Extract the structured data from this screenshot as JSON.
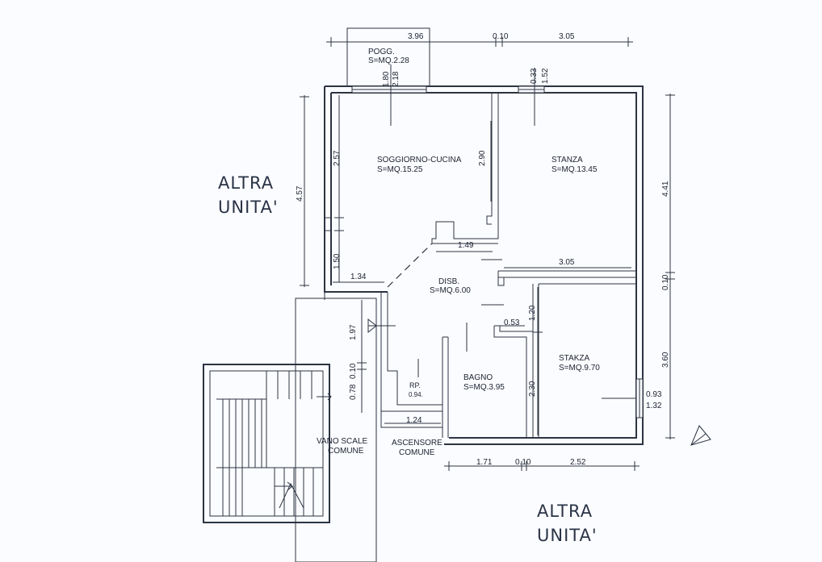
{
  "neighbors": {
    "left": [
      "ALTRA",
      "UNITA'"
    ],
    "bottom": [
      "ALTRA",
      "UNITA'"
    ]
  },
  "rooms": {
    "balcony": {
      "name": "POGG.",
      "area": "S=MQ.2.28"
    },
    "living": {
      "name": "SOGGIORNO-CUCINA",
      "area": "S=MQ.15.25"
    },
    "bedroom1": {
      "name": "STANZA",
      "area": "S=MQ.13.45"
    },
    "hall": {
      "name": "DISB.",
      "area": "S=MQ.6.00"
    },
    "bedroom2": {
      "name": "STAKZA",
      "area": "S=MQ.9.70"
    },
    "bathroom": {
      "name": "BAGNO",
      "area": "S=MQ.3.95"
    },
    "closet": {
      "name": "RP.",
      "area": "0.94."
    }
  },
  "common": {
    "stairs": [
      "VANO SCALE",
      "COMUNE"
    ],
    "elevator": [
      "ASCENSORE",
      "COMUNE"
    ]
  },
  "dimensions": {
    "top_left": "3.96",
    "top_mid": "0.10",
    "top_right": "3.05",
    "balcony_depth_a": "1.80",
    "balcony_depth_b": "2.18",
    "window_a": "0.33",
    "window_b": "1.52",
    "left_height": "4.57",
    "living_height": "2.57",
    "partition_height": "2.90",
    "left_lower": "1.50",
    "left_width": "1.34",
    "kitchen_step": "1.49",
    "mid_width": "3.05",
    "entry_height": "1.97",
    "entry_small_a": "0.78",
    "entry_small_b": "0.10",
    "bath_notch": "0.53",
    "bedroom2_upper": "1.20",
    "bedroom2_lower": "2.30",
    "right_top": "4.41",
    "right_mid": "0.10",
    "right_bottom": "3.60",
    "window_right_a": "0.93",
    "window_right_b": "1.32",
    "elevator_width": "1.24",
    "bottom_left": "1.71",
    "bottom_mid": "0.10",
    "bottom_right": "2.52"
  }
}
